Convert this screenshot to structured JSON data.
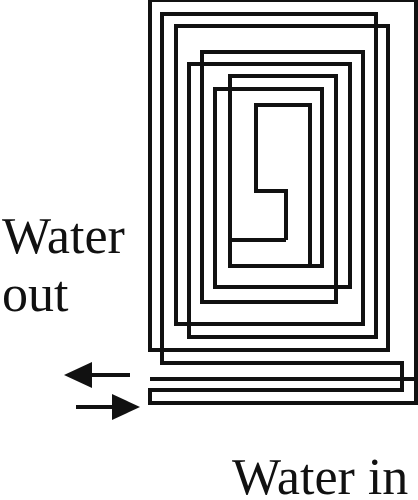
{
  "labels": {
    "water_out_line1": "Water",
    "water_out_line2": "out",
    "water_in": "Water in"
  },
  "colors": {
    "stroke": "#111111",
    "background": "#ffffff"
  },
  "icons": {
    "outlet_arrow": "arrow-left-icon",
    "inlet_arrow": "arrow-right-icon"
  }
}
